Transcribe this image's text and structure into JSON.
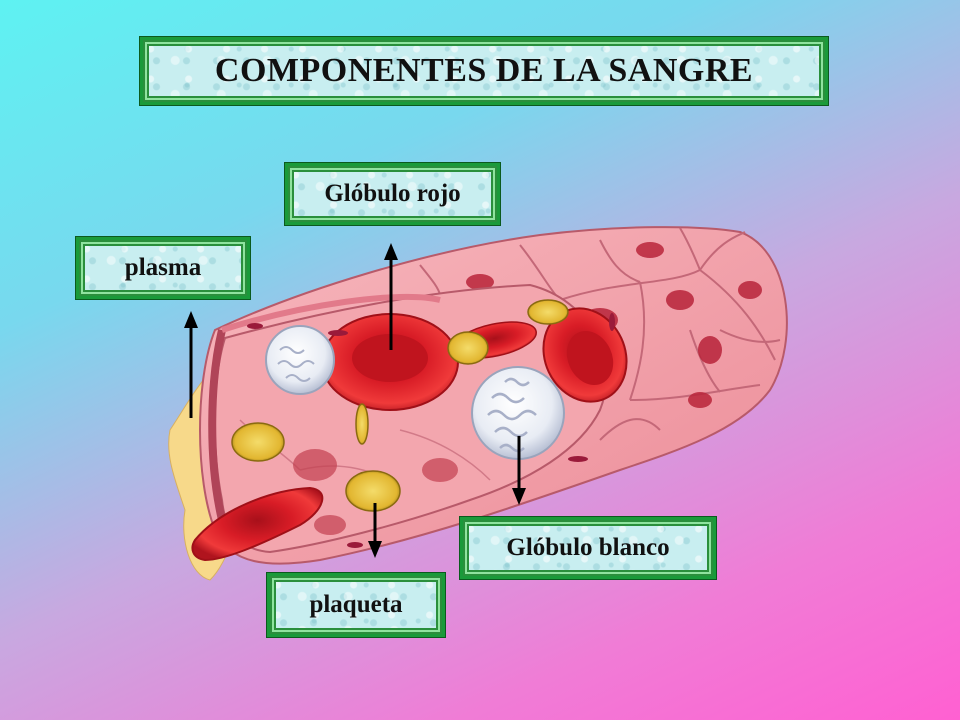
{
  "title": "COMPONENTES DE LA SANGRE",
  "labels": {
    "red_cell": "Glóbulo rojo",
    "plasma": "plasma",
    "white_cell": "Glóbulo blanco",
    "platelet": "plaqueta"
  },
  "colors": {
    "frame_green": "#1a9a3a",
    "box_fill": "#c8eef0",
    "vessel_pink": "#f29aa6",
    "red_cell": "#e0202a",
    "platelet": "#e8c23a",
    "plasma": "#f7d98a",
    "arrow": "#000000"
  }
}
